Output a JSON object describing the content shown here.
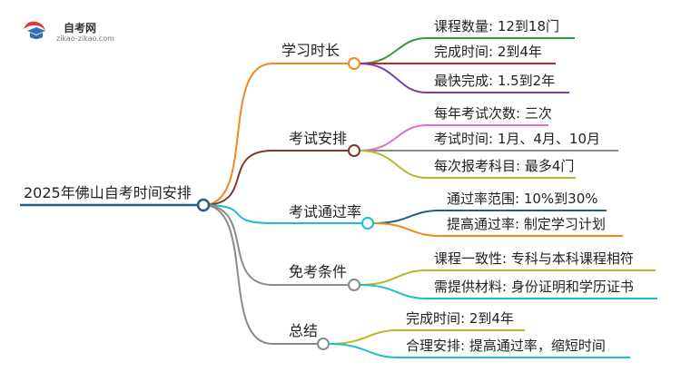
{
  "logo": {
    "name": "自考网",
    "url": "zikao-zikao.com"
  },
  "root": {
    "label": "2025年佛山自考时间安排",
    "color": "#1f5f8b"
  },
  "branches": [
    {
      "label": "学习时长",
      "color": "#f08a1c",
      "leaves": [
        {
          "label": "课程数量: 12到18门",
          "color": "#2e9e3a"
        },
        {
          "label": "完成时间: 2到4年",
          "color": "#c9202a"
        },
        {
          "label": "最快完成: 1.5到2年",
          "color": "#7a3fa0"
        }
      ]
    },
    {
      "label": "考试安排",
      "color": "#7b3a2a",
      "leaves": [
        {
          "label": "每年考试次数: 三次",
          "color": "#e26fc2"
        },
        {
          "label": "考试时间: 1月、4月、10月",
          "color": "#8a8a8a"
        },
        {
          "label": "每次报考科目: 最多4门",
          "color": "#b5b92a"
        }
      ]
    },
    {
      "label": "考试通过率",
      "color": "#1bbfcf",
      "leaves": [
        {
          "label": "通过率范围: 10%到30%",
          "color": "#1f5f8b"
        },
        {
          "label": "提高通过率: 制定学习计划",
          "color": "#f08a1c"
        }
      ]
    },
    {
      "label": "免考条件",
      "color": "#8a8a8a",
      "leaves": [
        {
          "label": "课程一致性: 专科与本科课程相符",
          "color": "#b5b92a"
        },
        {
          "label": "需提供材料: 身份证明和学历证书",
          "color": "#1bbfcf"
        }
      ]
    },
    {
      "label": "总结",
      "color": "#8a8a8a",
      "leaves": [
        {
          "label": "完成时间: 2到4年",
          "color": "#b5b92a"
        },
        {
          "label": "合理安排: 提高通过率，缩短时间",
          "color": "#1bbfcf"
        }
      ]
    }
  ]
}
